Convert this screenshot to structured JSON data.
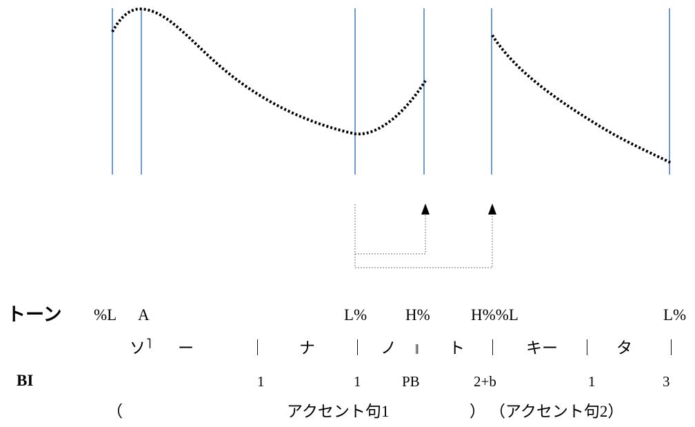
{
  "diagram": {
    "row_labels": {
      "tone": "トーン",
      "bi": "BI"
    },
    "tones": [
      "%L",
      "A",
      "L%",
      "H%",
      "H%%L",
      "L%"
    ],
    "syllables": {
      "so": "ソ",
      "accent_mark": "˥",
      "long": "ー",
      "na": "ナ",
      "no": "ノ",
      "to": "ト",
      "ki": "キー",
      "ta": "タ"
    },
    "separators": {
      "minor": "｜",
      "major": "‖"
    },
    "bi_values": [
      "1",
      "1",
      "PB",
      "2+b",
      "1",
      "3"
    ],
    "phrases": {
      "open1": "（",
      "phrase1": "アクセント句1",
      "close1": "）",
      "phrase2": "（アクセント句2）"
    },
    "colors": {
      "boundary_line": "#4a7fc1",
      "contour": "#000000",
      "bracket": "#888888"
    }
  }
}
